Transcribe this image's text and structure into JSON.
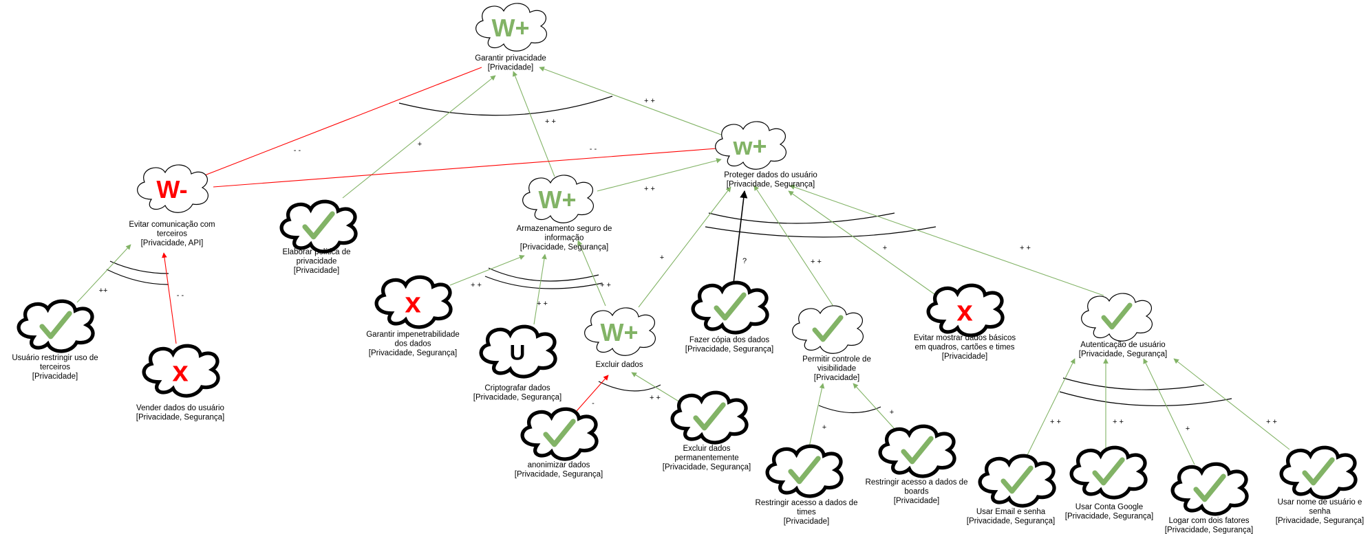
{
  "colors": {
    "green": "#82b366",
    "red": "#ff0000",
    "black": "#000000"
  },
  "nodes": [
    {
      "id": "n_garantir",
      "label": [
        "Garantir privacidade",
        "[Privacidade]"
      ],
      "symbol": "W+",
      "style": "thin",
      "symbol_color": "green"
    },
    {
      "id": "n_proteger",
      "label": [
        "Proteger dados do usuário",
        "[Privacidade, Segurança]"
      ],
      "symbol": "w+",
      "style": "thin",
      "symbol_color": "green"
    },
    {
      "id": "n_evitar_com",
      "label": [
        "Evitar comunicação com",
        "terceiros",
        "[Privacidade, API]"
      ],
      "symbol": "W-",
      "style": "thin",
      "symbol_color": "red"
    },
    {
      "id": "n_elaborar",
      "label": [
        "Elaborar política de",
        "privacidade",
        "[Privacidade]"
      ],
      "symbol": "check",
      "style": "bold",
      "symbol_color": "green"
    },
    {
      "id": "n_armazen",
      "label": [
        "Armazenamento seguro de",
        "informação",
        "[Privacidade, Segurança]"
      ],
      "symbol": "W+",
      "style": "thin",
      "symbol_color": "green"
    },
    {
      "id": "n_usuario_restr",
      "label": [
        "Usuário restringir uso de",
        "terceiros",
        "[Privacidade]"
      ],
      "symbol": "check",
      "style": "bold",
      "symbol_color": "green"
    },
    {
      "id": "n_vender",
      "label": [
        "Vender dados do usuário",
        "[Privacidade, Segurança]"
      ],
      "symbol": "x",
      "style": "bold",
      "symbol_color": "red"
    },
    {
      "id": "n_impenet",
      "label": [
        "Garantir impenetrabilidade",
        "dos dados",
        "[Privacidade, Segurança]"
      ],
      "symbol": "x",
      "style": "bold",
      "symbol_color": "red"
    },
    {
      "id": "n_cripto",
      "label": [
        "Criptografar dados",
        "[Privacidade, Segurança]"
      ],
      "symbol": "U",
      "style": "bold",
      "symbol_color": "black"
    },
    {
      "id": "n_excluir",
      "label": [
        "Excluir dados"
      ],
      "symbol": "W+",
      "style": "thin",
      "symbol_color": "green"
    },
    {
      "id": "n_anon",
      "label": [
        "anonimizar dados",
        "[Privacidade, Segurança]"
      ],
      "symbol": "check",
      "style": "bold",
      "symbol_color": "green"
    },
    {
      "id": "n_excl_perm",
      "label": [
        "Excluir dados",
        "permanentemente",
        "[Privacidade, Segurança]"
      ],
      "symbol": "check",
      "style": "bold",
      "symbol_color": "green"
    },
    {
      "id": "n_copia",
      "label": [
        "Fazer cópia dos dados",
        "[Privacidade, Segurança]"
      ],
      "symbol": "check",
      "style": "bold",
      "symbol_color": "green"
    },
    {
      "id": "n_visib",
      "label": [
        "Permitir controle de",
        "visibilidade",
        "[Privacidade]"
      ],
      "symbol": "check",
      "style": "thin",
      "symbol_color": "green"
    },
    {
      "id": "n_evitar_mostrar",
      "label": [
        "Evitar mostrar dados básicos",
        "em quadros, cartões e times",
        "[Privacidade]"
      ],
      "symbol": "x",
      "style": "bold",
      "symbol_color": "red"
    },
    {
      "id": "n_autent",
      "label": [
        "Autenticação de usuário",
        "[Privacidade, Segurança]"
      ],
      "symbol": "check",
      "style": "thin",
      "symbol_color": "green"
    },
    {
      "id": "n_restr_times",
      "label": [
        "Restringir acesso a dados de",
        "times",
        "[Privacidade]"
      ],
      "symbol": "check",
      "style": "bold",
      "symbol_color": "green"
    },
    {
      "id": "n_restr_boards",
      "label": [
        "Restringir acesso a dados de",
        "boards",
        "[Privacidade]"
      ],
      "symbol": "check",
      "style": "bold",
      "symbol_color": "green"
    },
    {
      "id": "n_email",
      "label": [
        "Usar Email e senha",
        "[Privacidade, Segurança]"
      ],
      "symbol": "check",
      "style": "bold",
      "symbol_color": "green"
    },
    {
      "id": "n_google",
      "label": [
        "Usar Conta Google",
        "[Privacidade, Segurança]"
      ],
      "symbol": "check",
      "style": "bold",
      "symbol_color": "green"
    },
    {
      "id": "n_dois",
      "label": [
        "Logar com dois fatores",
        "[Privacidade, Segurança]"
      ],
      "symbol": "check",
      "style": "bold",
      "symbol_color": "green"
    },
    {
      "id": "n_nome",
      "label": [
        "Usar nome de usuário e",
        "senha",
        "[Privacidade, Segurança]"
      ],
      "symbol": "check",
      "style": "bold",
      "symbol_color": "green"
    }
  ],
  "edges": [
    {
      "from": "n_elaborar",
      "to": "n_garantir",
      "label": "+",
      "color": "green"
    },
    {
      "from": "n_armazen",
      "to": "n_garantir",
      "label": "+ +",
      "color": "green"
    },
    {
      "from": "n_proteger",
      "to": "n_garantir",
      "label": "+ +",
      "color": "green"
    },
    {
      "from": "n_evitar_com",
      "to": "n_garantir",
      "label": "- -",
      "color": "red"
    },
    {
      "from": "n_evitar_com",
      "to": "n_proteger",
      "label": "- -",
      "color": "red"
    },
    {
      "from": "n_armazen",
      "to": "n_proteger",
      "label": "+ +",
      "color": "green"
    },
    {
      "from": "n_usuario_restr",
      "to": "n_evitar_com",
      "label": "++",
      "color": "green"
    },
    {
      "from": "n_vender",
      "to": "n_evitar_com",
      "label": "- -",
      "color": "red"
    },
    {
      "from": "n_impenet",
      "to": "n_armazen",
      "label": "+ +",
      "color": "green"
    },
    {
      "from": "n_cripto",
      "to": "n_armazen",
      "label": "+ +",
      "color": "green"
    },
    {
      "from": "n_excluir",
      "to": "n_armazen",
      "label": "+ +",
      "color": "green"
    },
    {
      "from": "n_anon",
      "to": "n_excluir",
      "label": "-",
      "color": "red"
    },
    {
      "from": "n_excl_perm",
      "to": "n_excluir",
      "label": "+ +",
      "color": "green"
    },
    {
      "from": "n_excluir",
      "to": "n_proteger",
      "label": "+",
      "color": "green"
    },
    {
      "from": "n_copia",
      "to": "n_proteger",
      "label": "?",
      "color": "black"
    },
    {
      "from": "n_visib",
      "to": "n_proteger",
      "label": "+ +",
      "color": "green"
    },
    {
      "from": "n_evitar_mostrar",
      "to": "n_proteger",
      "label": "+",
      "color": "green"
    },
    {
      "from": "n_autent",
      "to": "n_proteger",
      "label": "+ +",
      "color": "green"
    },
    {
      "from": "n_restr_times",
      "to": "n_visib",
      "label": "+",
      "color": "green"
    },
    {
      "from": "n_restr_boards",
      "to": "n_visib",
      "label": "+",
      "color": "green"
    },
    {
      "from": "n_email",
      "to": "n_autent",
      "label": "+ +",
      "color": "green"
    },
    {
      "from": "n_google",
      "to": "n_autent",
      "label": "+ +",
      "color": "green"
    },
    {
      "from": "n_dois",
      "to": "n_autent",
      "label": "+",
      "color": "green"
    },
    {
      "from": "n_nome",
      "to": "n_autent",
      "label": "+ +",
      "color": "green"
    }
  ]
}
